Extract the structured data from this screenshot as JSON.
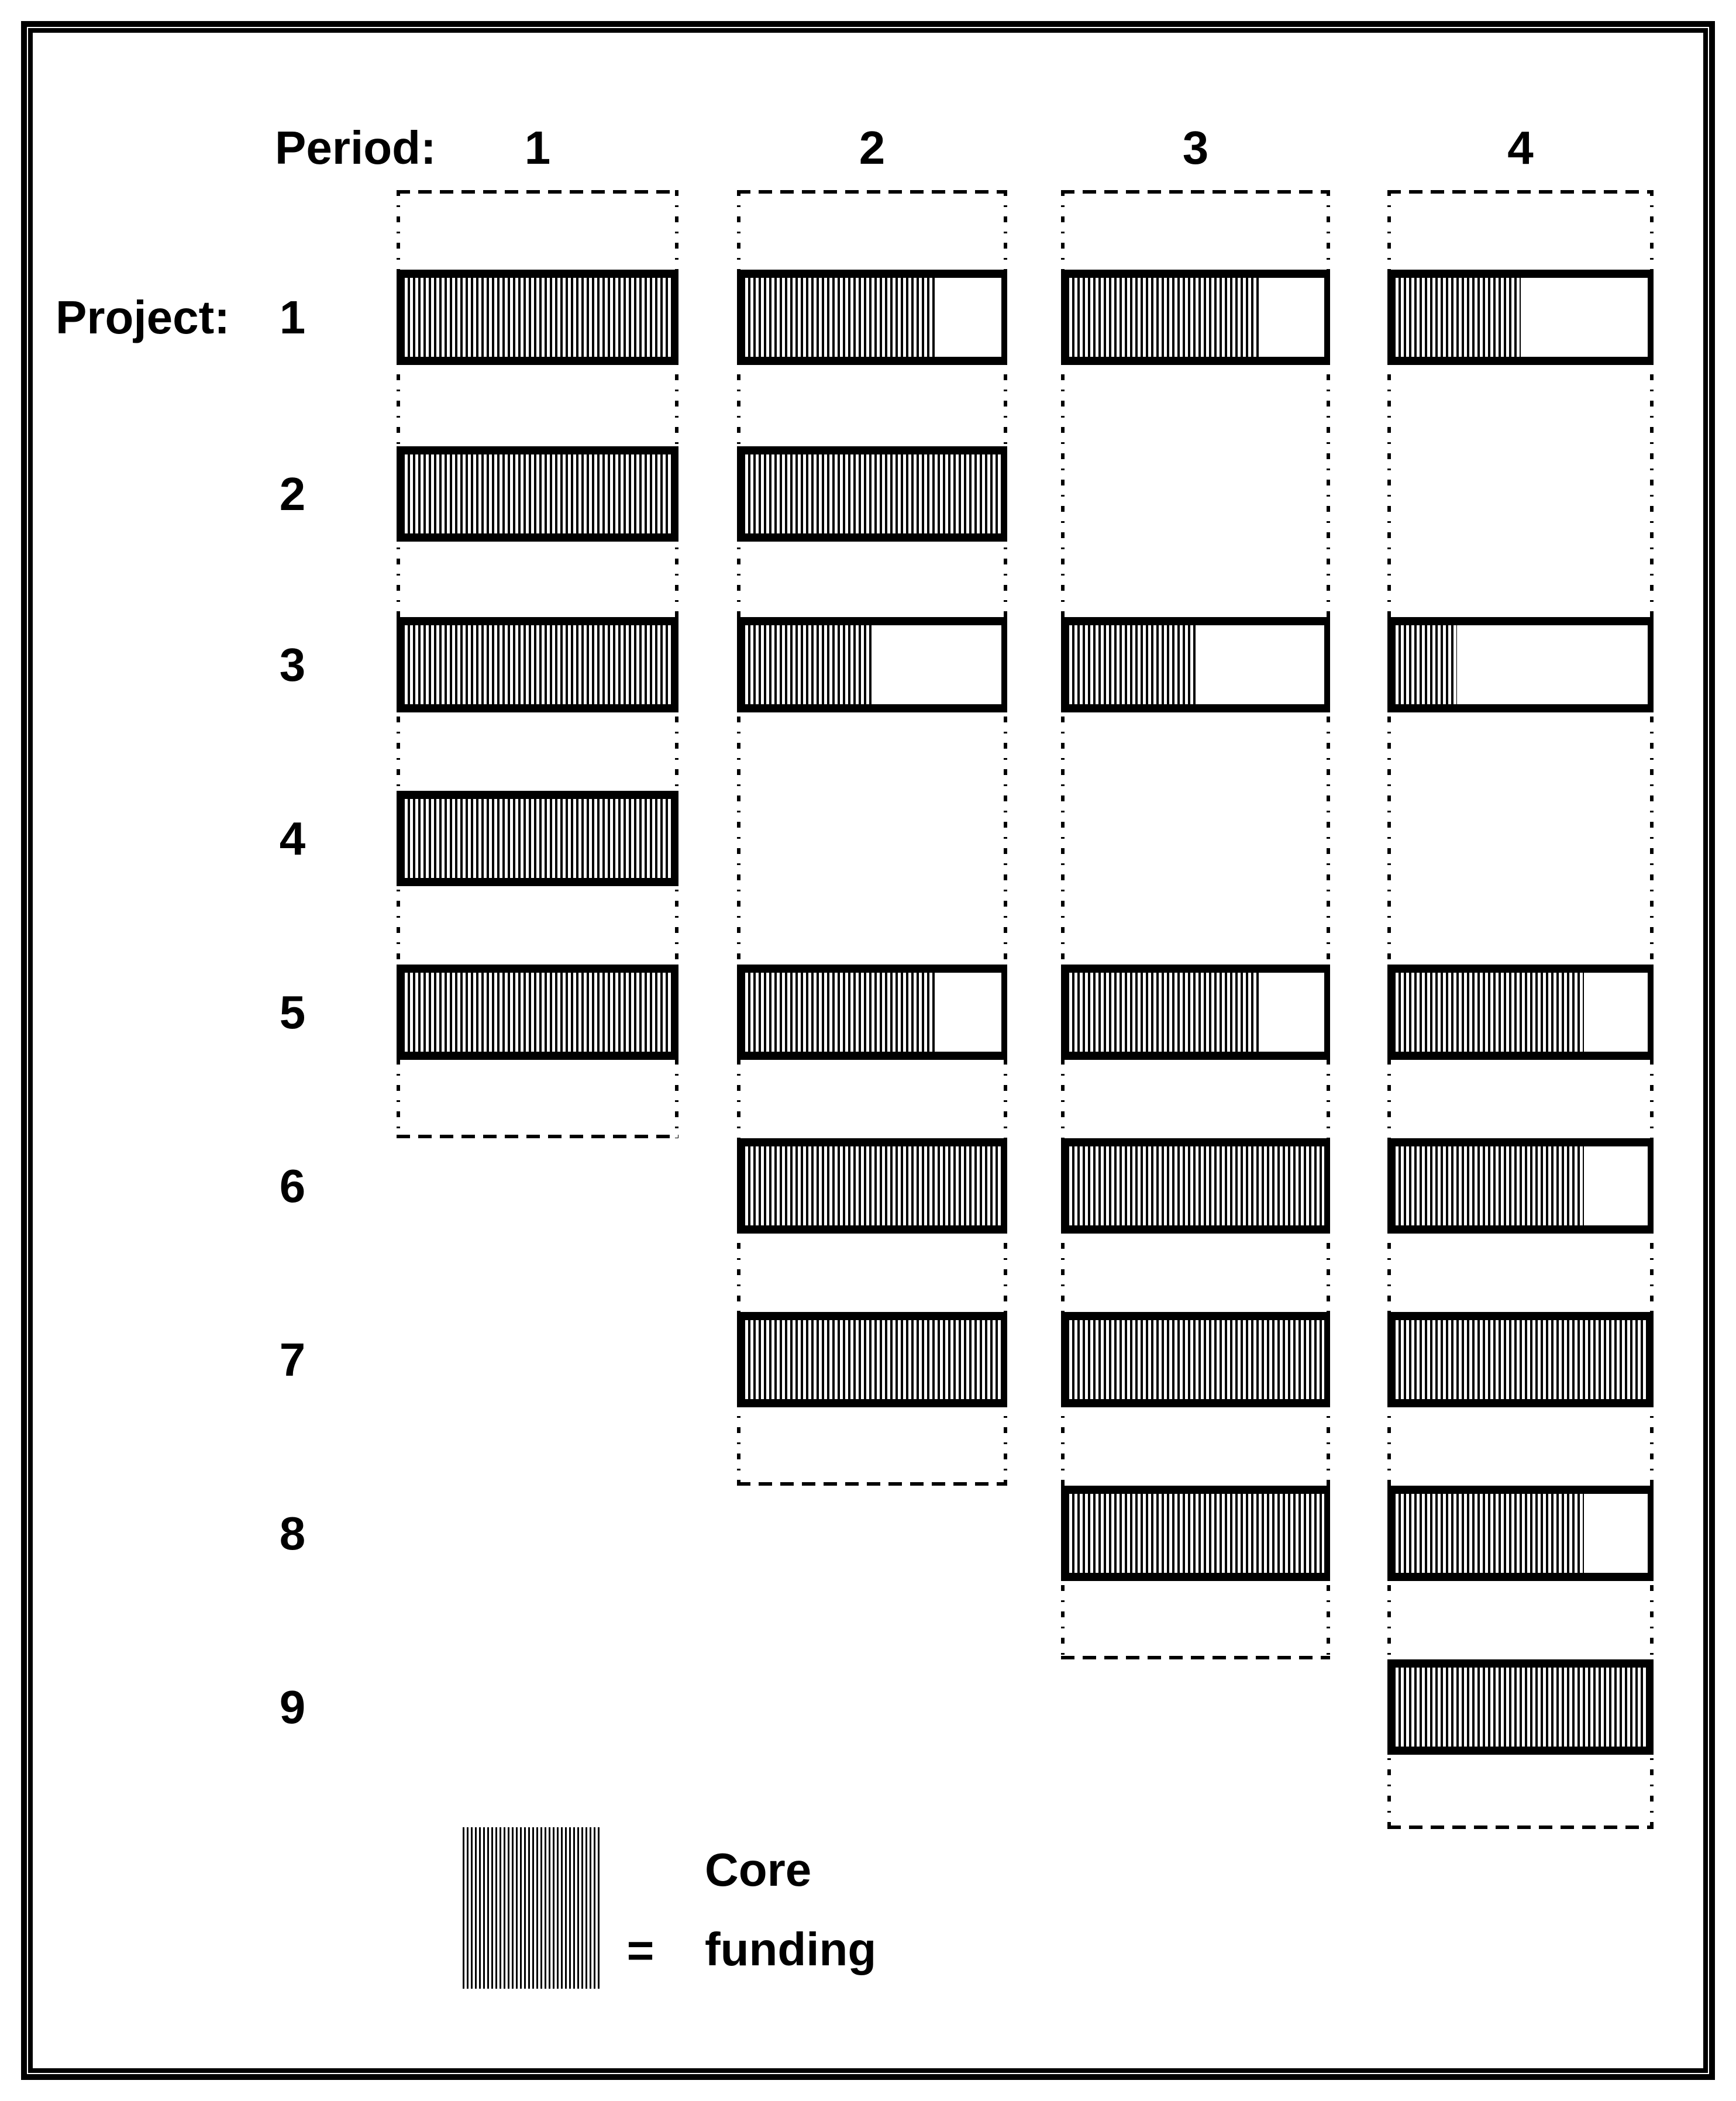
{
  "colors": {
    "ink": "#000000",
    "paper": "#ffffff"
  },
  "chart_data": {
    "type": "bar",
    "subtype": "project-period funding matrix; hatched portion of each bar = share of core funding",
    "x_header": "Period:",
    "y_header": "Project:",
    "periods": [
      "1",
      "2",
      "3",
      "4"
    ],
    "projects": [
      "1",
      "2",
      "3",
      "4",
      "5",
      "6",
      "7",
      "8",
      "9"
    ],
    "core_funding_fraction_by_project": [
      {
        "project": "1",
        "periods": [
          1.0,
          0.75,
          0.75,
          0.5
        ]
      },
      {
        "project": "2",
        "periods": [
          1.0,
          1.0,
          null,
          null
        ]
      },
      {
        "project": "3",
        "periods": [
          1.0,
          0.5,
          0.5,
          0.25
        ]
      },
      {
        "project": "4",
        "periods": [
          1.0,
          null,
          null,
          null
        ]
      },
      {
        "project": "5",
        "periods": [
          1.0,
          0.75,
          0.75,
          0.75
        ]
      },
      {
        "project": "6",
        "periods": [
          null,
          1.0,
          1.0,
          0.75
        ]
      },
      {
        "project": "7",
        "periods": [
          null,
          1.0,
          1.0,
          1.0
        ]
      },
      {
        "project": "8",
        "periods": [
          null,
          null,
          1.0,
          0.75
        ]
      },
      {
        "project": "9",
        "periods": [
          null,
          null,
          null,
          1.0
        ]
      }
    ],
    "dashed_period_windows": [
      {
        "period": "1",
        "first_project": "1",
        "last_project": "5"
      },
      {
        "period": "2",
        "first_project": "1",
        "last_project": "7"
      },
      {
        "period": "3",
        "first_project": "1",
        "last_project": "8"
      },
      {
        "period": "4",
        "first_project": "1",
        "last_project": "9"
      }
    ],
    "legend": {
      "swatch": "vertical-hatch",
      "equals_sign": "=",
      "label_lines": [
        "Core",
        "funding"
      ]
    },
    "layout_hints": {
      "grid": "off",
      "bar_border": "solid black",
      "empty_cells_shown_as": "dashed column window only"
    }
  }
}
